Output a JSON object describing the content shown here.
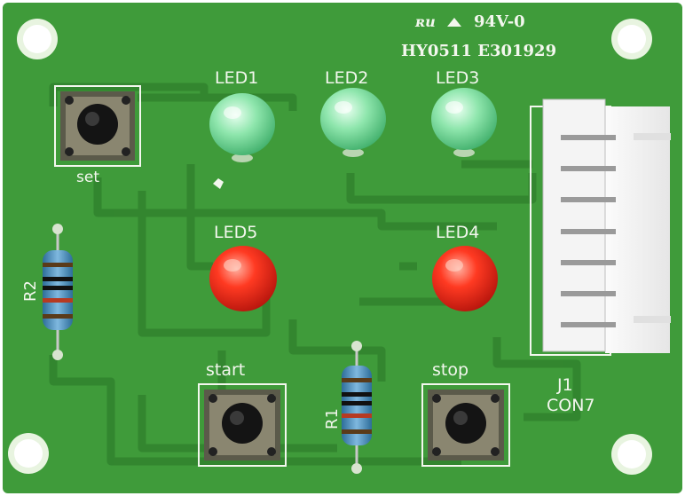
{
  "board": {
    "certification": "94V-0",
    "part_code": "HY0511 E301929",
    "pcb_color": "#3f9b3a",
    "silkscreen_color": "#f3f7ee"
  },
  "leds": [
    {
      "label": "LED1",
      "color": "green"
    },
    {
      "label": "LED2",
      "color": "green"
    },
    {
      "label": "LED3",
      "color": "green"
    },
    {
      "label": "LED5",
      "color": "red"
    },
    {
      "label": "LED4",
      "color": "red"
    }
  ],
  "buttons": {
    "set": "set",
    "start": "start",
    "stop": "stop"
  },
  "resistors": {
    "r1": "R1",
    "r2": "R2"
  },
  "connector": {
    "ref": "J1",
    "type": "CON7",
    "pin_count": 7
  }
}
